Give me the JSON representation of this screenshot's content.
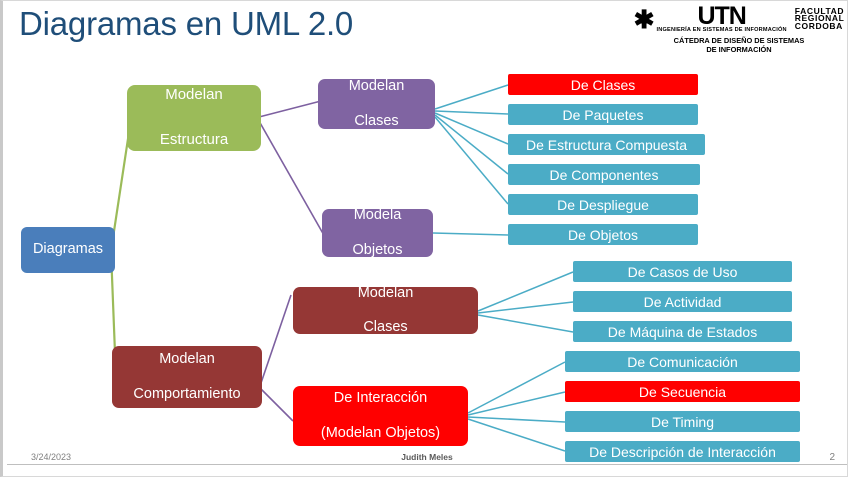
{
  "slide": {
    "title": "Diagramas en UML 2.0",
    "background": "#ffffff"
  },
  "logo": {
    "sun_icon": "sun-of-may-icon",
    "acronym": "UTN",
    "faculty_line1": "FACULTAD",
    "faculty_line2": "REGIONAL",
    "faculty_line3": "CORDOBA",
    "department": "INGENIERÍA EN SISTEMAS DE INFORMACIÓN",
    "catedra_line1": "CÁTEDRA DE DISEÑO DE SISTEMAS",
    "catedra_line2": "DE INFORMACIÓN"
  },
  "colors": {
    "title": "#1F4E79",
    "root": "#4A7EBB",
    "structure": "#9BBB59",
    "purple": "#8064A2",
    "dark_red": "#953735",
    "highlight_red": "#FF0000",
    "leaf_teal": "#4BACC6",
    "connector_purple": "#7D60A0",
    "connector_green": "#9BBB59",
    "connector_teal": "#4BACC6"
  },
  "nodes": {
    "root": {
      "label": "Diagramas"
    },
    "structure": {
      "line1": "Modelan",
      "line2": "Estructura"
    },
    "structure_classes": {
      "line1": "Modelan",
      "line2": "Clases"
    },
    "structure_objects": {
      "line1": "Modela",
      "line2": "Objetos"
    },
    "behavior": {
      "line1": "Modelan",
      "line2": "Comportamiento"
    },
    "behavior_classes": {
      "line1": "Modelan",
      "line2": "Clases"
    },
    "behavior_interaction": {
      "line1": "De Interacción",
      "line2": "(Modelan Objetos)"
    }
  },
  "leaves": {
    "structure_classes": [
      {
        "label": "De Clases",
        "highlighted": true
      },
      {
        "label": "De Paquetes",
        "highlighted": false
      },
      {
        "label": "De Estructura Compuesta",
        "highlighted": false
      },
      {
        "label": "De Componentes",
        "highlighted": false
      },
      {
        "label": "De Despliegue",
        "highlighted": false
      }
    ],
    "structure_objects": [
      {
        "label": "De Objetos",
        "highlighted": false
      }
    ],
    "behavior_classes": [
      {
        "label": "De Casos de Uso",
        "highlighted": false
      },
      {
        "label": "De Actividad",
        "highlighted": false
      },
      {
        "label": "De Máquina de Estados",
        "highlighted": false
      }
    ],
    "behavior_interaction": [
      {
        "label": "De Comunicación",
        "highlighted": false
      },
      {
        "label": "De Secuencia",
        "highlighted": true
      },
      {
        "label": "De Timing",
        "highlighted": false
      },
      {
        "label": "De Descripción de Interacción",
        "highlighted": false
      }
    ]
  },
  "footer": {
    "date": "3/24/2023",
    "author": "Judith Meles",
    "page_number": "2"
  }
}
